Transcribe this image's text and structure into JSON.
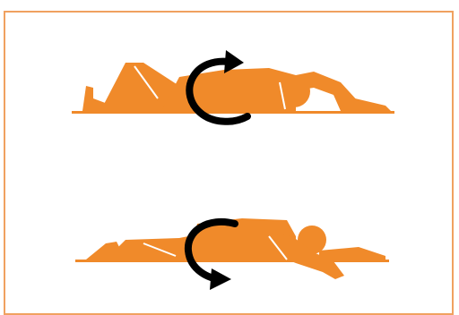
{
  "figure": {
    "frame_color": "#f0a160",
    "figure_color": "#f08a2a",
    "arrow_color": "#000000",
    "steps": [
      {
        "pose": "lying-on-back-knee-bent",
        "rotation": "log-roll-onto-side",
        "icon": "rotate-arrow-icon"
      },
      {
        "pose": "lying-face-down",
        "rotation": "log-roll-onto-front",
        "icon": "rotate-arrow-icon"
      }
    ]
  }
}
